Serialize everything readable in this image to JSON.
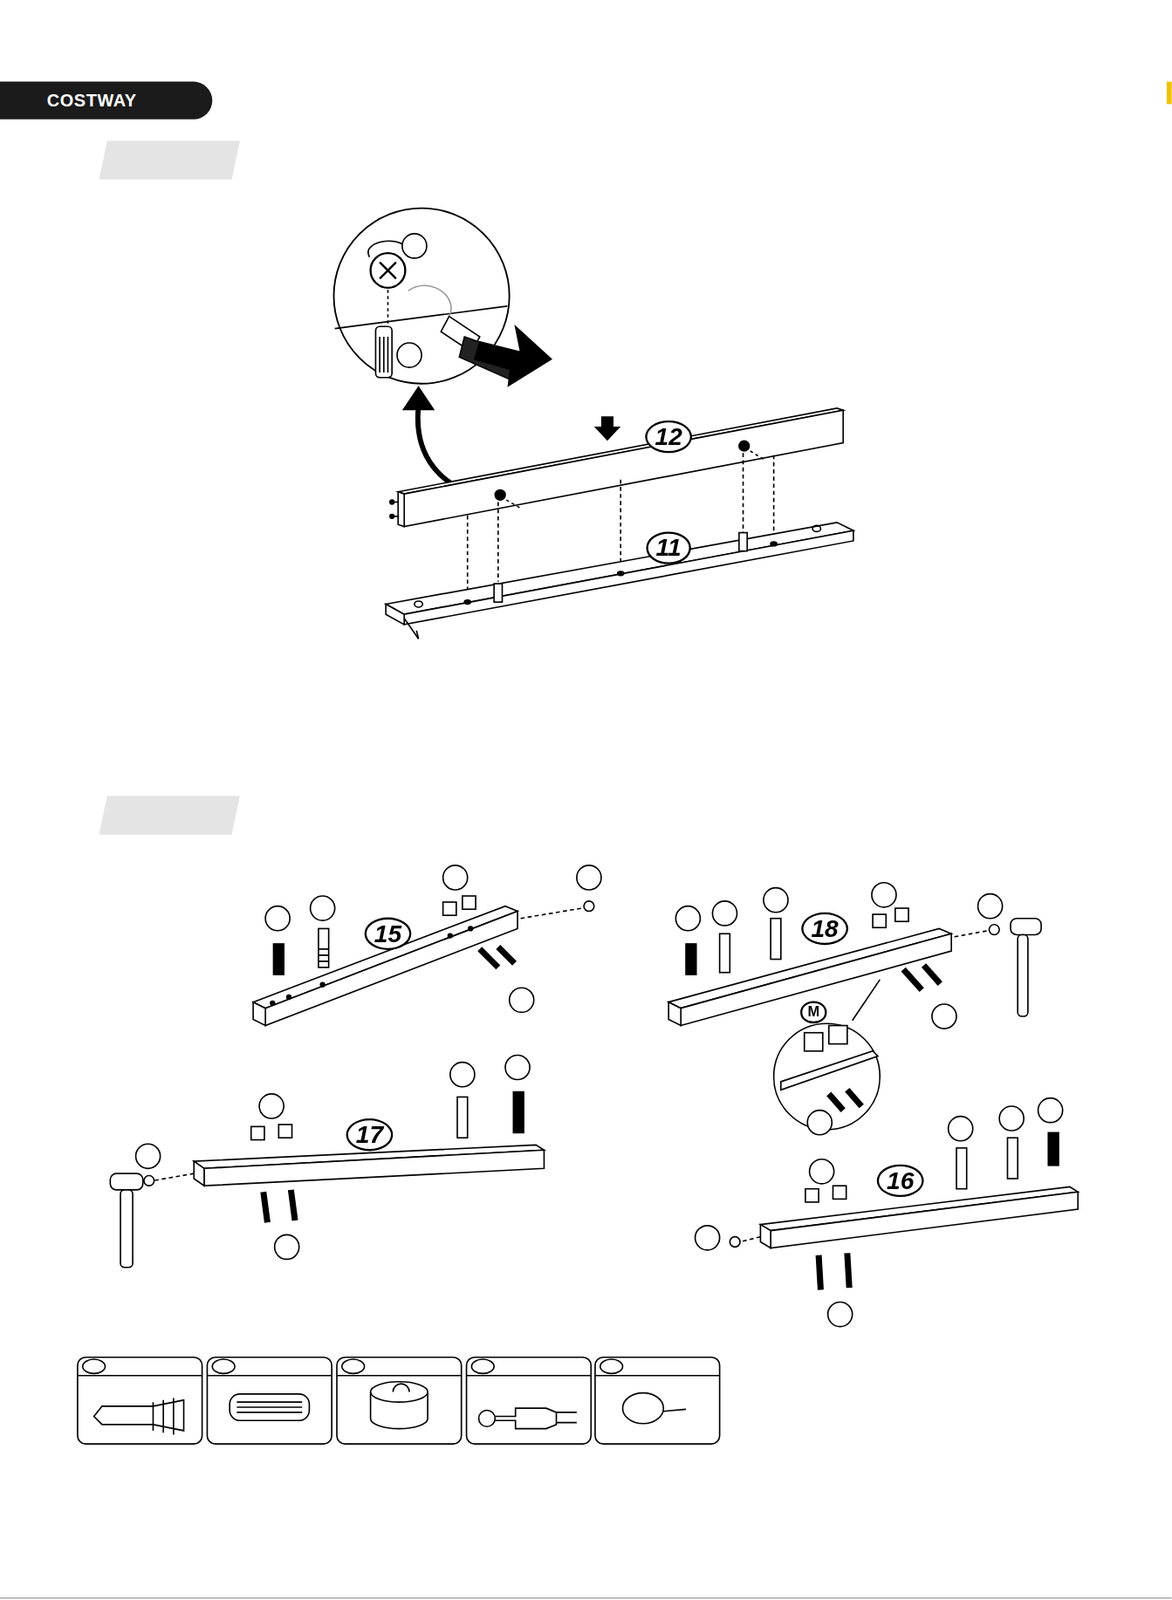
{
  "diagram": {
    "nodes": [
      {
        "text": [
          "COSTWAY"
        ]
      }
    ],
    "labels": [
      "12",
      "11",
      "15",
      "18",
      "17",
      "16",
      "M"
    ]
  }
}
